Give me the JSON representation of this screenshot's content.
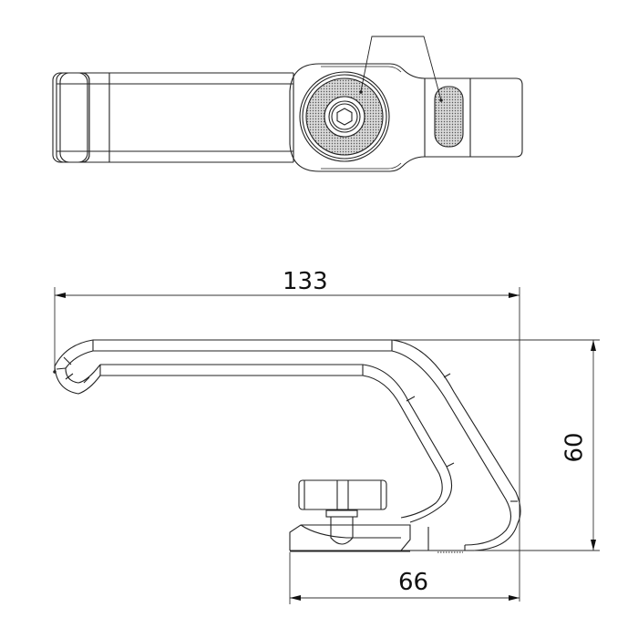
{
  "drawing": {
    "title": "Handle technical drawing",
    "views": [
      "top-view",
      "side-view"
    ],
    "line_color": "#1a1a1a",
    "background": "#ffffff"
  },
  "dimensions": {
    "overall_length": "133",
    "height": "60",
    "base_length": "66"
  }
}
